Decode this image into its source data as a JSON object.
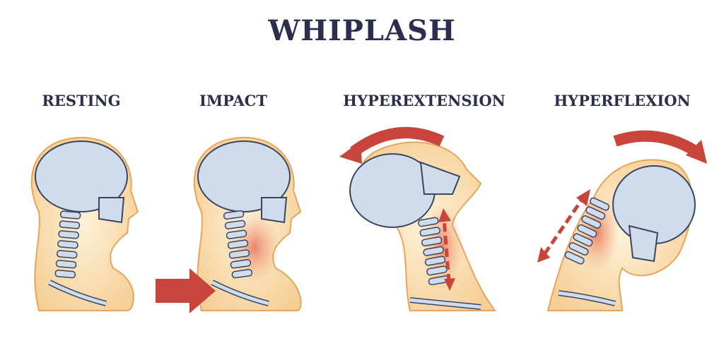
{
  "title": "WHIPLASH",
  "panels": [
    {
      "label": "RESTING"
    },
    {
      "label": "IMPACT"
    },
    {
      "label": "HYPEREXTENSION"
    },
    {
      "label": "HYPERFLEXION"
    }
  ],
  "colors": {
    "title": "#2b2e4c",
    "skin": "#f8d9a6",
    "skin_outline": "#e8a55a",
    "bone": "#cfdcec",
    "bone_outline": "#3a4660",
    "arrow": "#c8453b",
    "injury": "#e0564a"
  }
}
